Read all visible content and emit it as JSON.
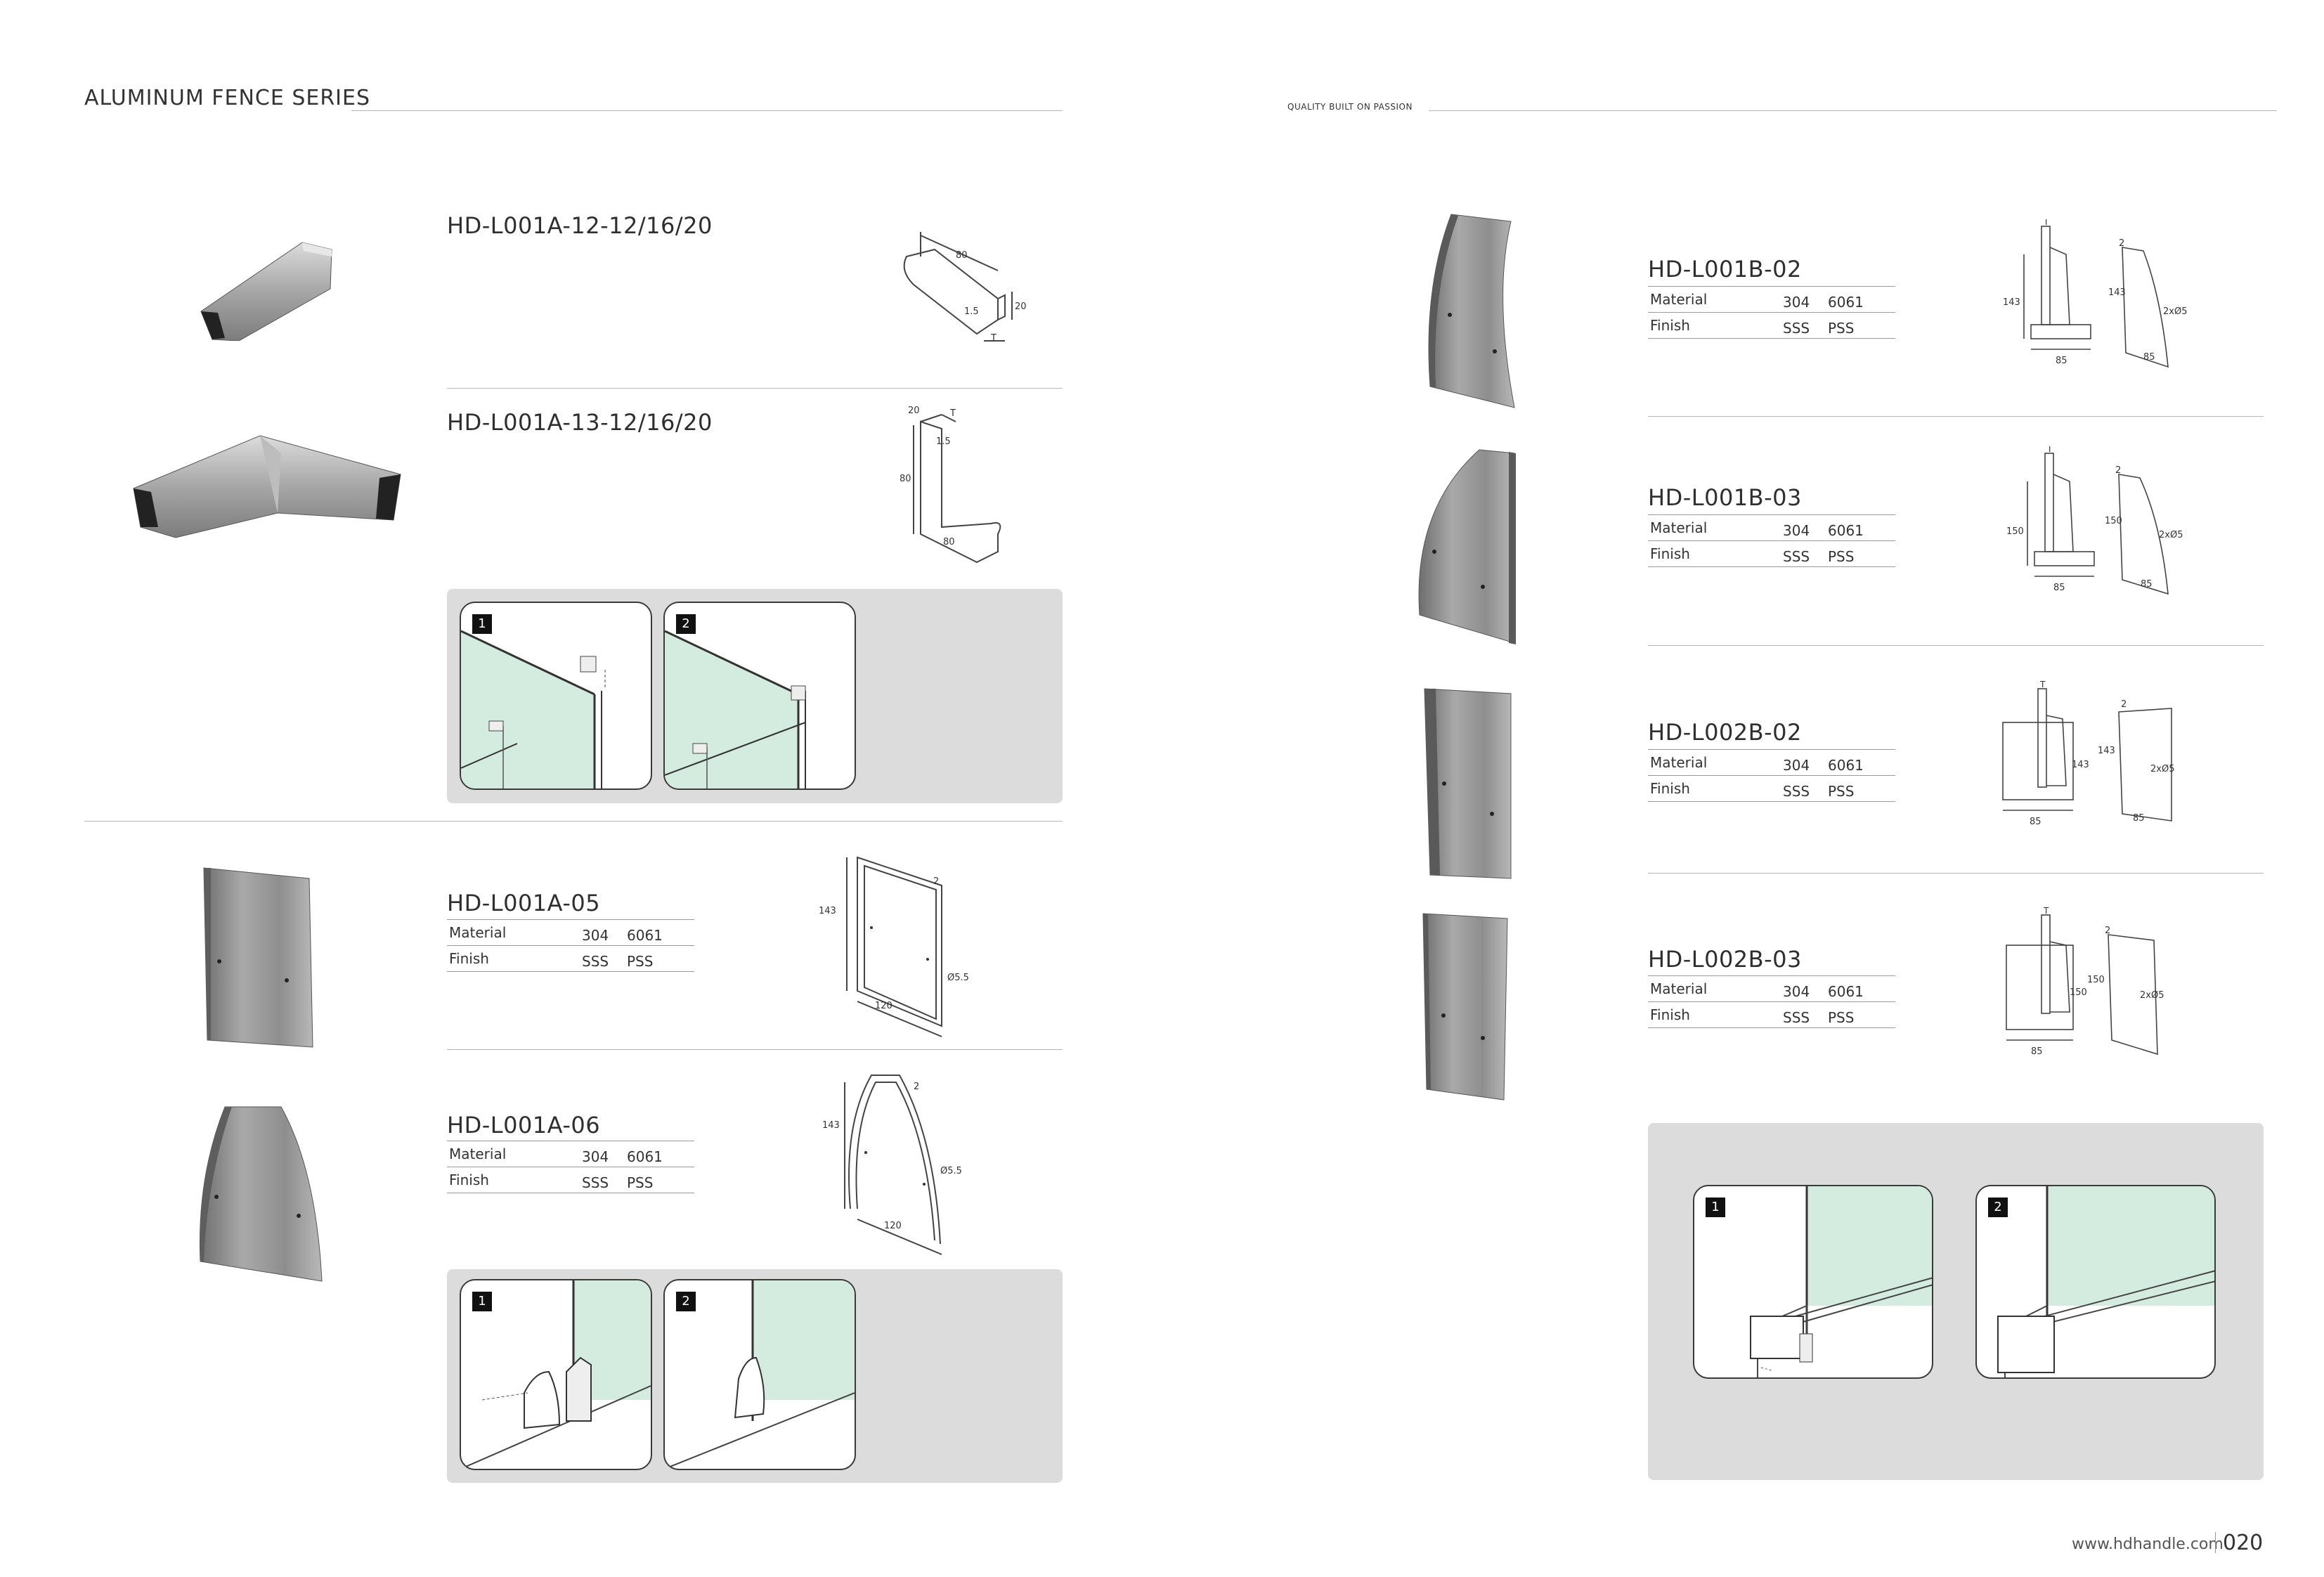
{
  "header": {
    "series_title": "ALUMINUM FENCE SERIES",
    "tagline": "QUALITY BUILT ON PASSION"
  },
  "spec_labels": {
    "material": "Material",
    "finish": "Finish"
  },
  "products": {
    "l001a_12": {
      "code": "HD-L001A-12-12/16/20",
      "dims": {
        "length": "80",
        "height": "20",
        "thickness": "1.5",
        "gap": "T"
      }
    },
    "l001a_13": {
      "code": "HD-L001A-13-12/16/20",
      "dims": {
        "width": "20",
        "gap": "T",
        "thickness": "1.5",
        "height": "80",
        "length": "80"
      }
    },
    "l001a_05": {
      "code": "HD-L001A-05",
      "material": [
        "304",
        "6061"
      ],
      "finish": [
        "SSS",
        "PSS"
      ],
      "dims": {
        "height": "143",
        "width": "120",
        "thickness": "2",
        "hole": "Ø5.5"
      }
    },
    "l001a_06": {
      "code": "HD-L001A-06",
      "material": [
        "304",
        "6061"
      ],
      "finish": [
        "SSS",
        "PSS"
      ],
      "dims": {
        "height": "143",
        "width": "120",
        "thickness": "2",
        "hole": "Ø5.5"
      }
    },
    "l001b_02": {
      "code": "HD-L001B-02",
      "material": [
        "304",
        "6061"
      ],
      "finish": [
        "SSS",
        "PSS"
      ],
      "dims": {
        "height": "143",
        "width": "85",
        "thickness": "2",
        "holes": "2xØ5",
        "gap": "T"
      }
    },
    "l001b_03": {
      "code": "HD-L001B-03",
      "material": [
        "304",
        "6061"
      ],
      "finish": [
        "SSS",
        "PSS"
      ],
      "dims": {
        "height": "150",
        "width": "85",
        "thickness": "2",
        "holes": "2xØ5",
        "gap": "T"
      }
    },
    "l002b_02": {
      "code": "HD-L002B-02",
      "material": [
        "304",
        "6061"
      ],
      "finish": [
        "SSS",
        "PSS"
      ],
      "dims": {
        "height": "143",
        "width": "85",
        "thickness": "2",
        "holes": "2xØ5",
        "gap": "T"
      }
    },
    "l002b_03": {
      "code": "HD-L002B-03",
      "material": [
        "304",
        "6061"
      ],
      "finish": [
        "SSS",
        "PSS"
      ],
      "dims": {
        "height": "150",
        "width": "85",
        "thickness": "2",
        "holes": "2xØ5",
        "gap": "T"
      }
    }
  },
  "steps": [
    "1",
    "2"
  ],
  "footer": {
    "url": "www.hdhandle.com",
    "page": "020"
  },
  "colors": {
    "glass": "#d4ece0",
    "panel_bg": "#dcdcdc",
    "metal_dark": "#707070",
    "metal_light": "#c8c8c8"
  }
}
